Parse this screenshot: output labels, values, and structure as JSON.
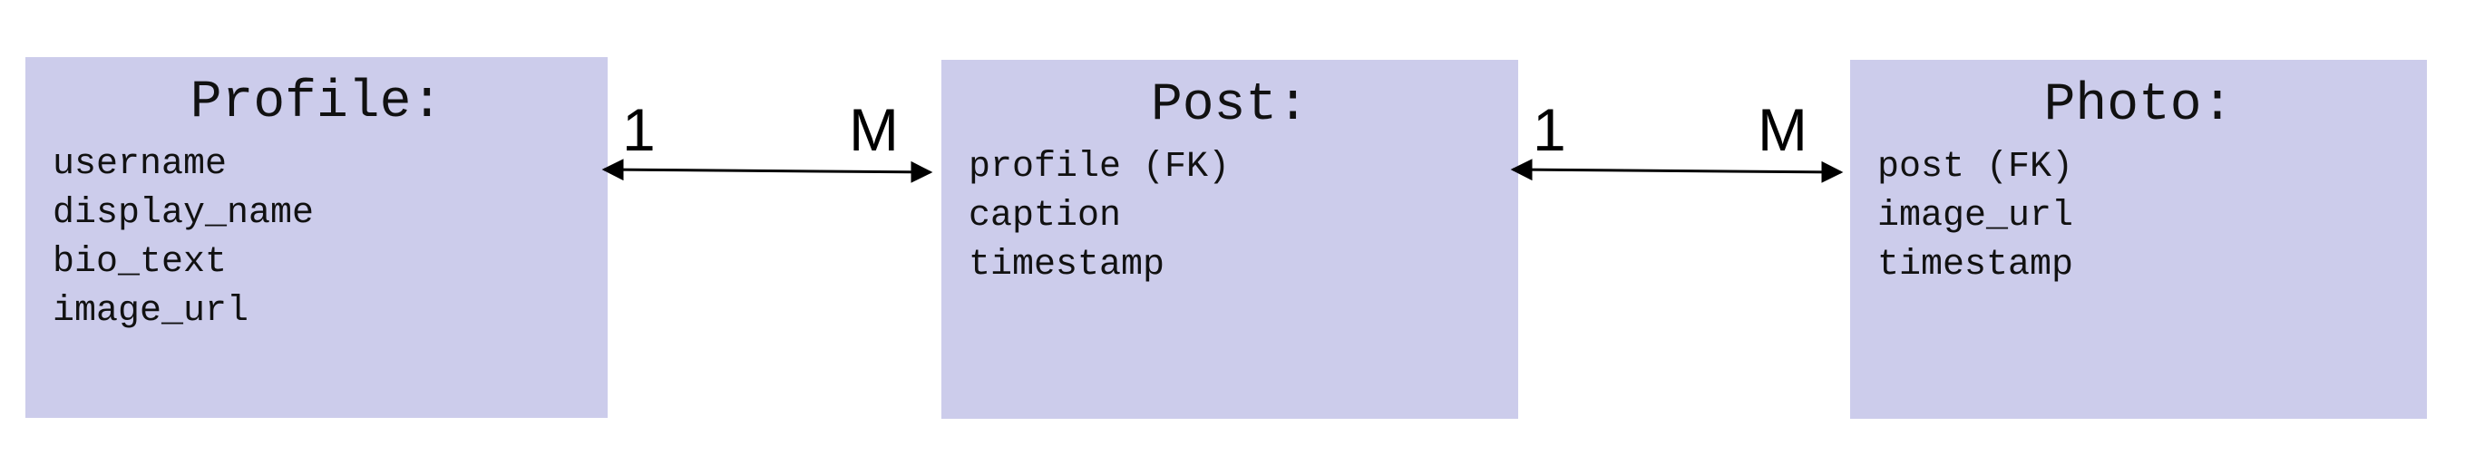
{
  "colors": {
    "entity_fill": "#cccceb",
    "text": "#111111",
    "connector": "#000000"
  },
  "entities": [
    {
      "title": "Profile:",
      "fields": [
        "username",
        "display_name",
        "bio_text",
        "image_url"
      ]
    },
    {
      "title": "Post:",
      "fields": [
        "profile (FK)",
        "caption",
        "timestamp"
      ]
    },
    {
      "title": "Photo:",
      "fields": [
        "post (FK)",
        "image_url",
        "timestamp"
      ]
    }
  ],
  "relationships": [
    {
      "from": "Profile",
      "to": "Post",
      "from_cardinality": "1",
      "to_cardinality": "M"
    },
    {
      "from": "Post",
      "to": "Photo",
      "from_cardinality": "1",
      "to_cardinality": "M"
    }
  ]
}
